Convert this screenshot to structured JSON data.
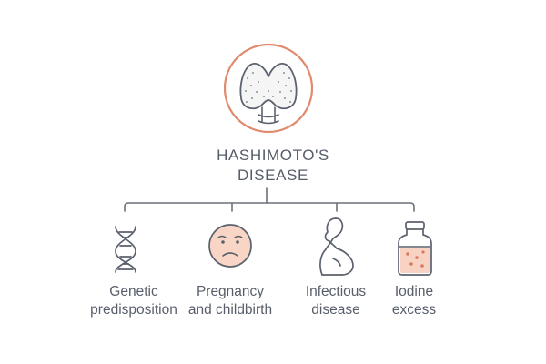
{
  "title": {
    "line1": "HASHIMOTO'S",
    "line2": "DISEASE"
  },
  "causes": [
    {
      "line1": "Genetic",
      "line2": "predisposition",
      "icon": "dna-icon"
    },
    {
      "line1": "Pregnancy",
      "line2": "and childbirth",
      "icon": "sad-face-icon"
    },
    {
      "line1": "Infectious",
      "line2": "disease",
      "icon": "pregnant-woman-icon"
    },
    {
      "line1": "Iodine",
      "line2": "excess",
      "icon": "iodine-bottle-icon"
    }
  ],
  "colors": {
    "stroke": "#5b616d",
    "accent_ring": "#e08a6e",
    "face_fill": "#f9d5c5",
    "liquid_fill": "#f8d2c3",
    "dots": "#d87a5c"
  }
}
